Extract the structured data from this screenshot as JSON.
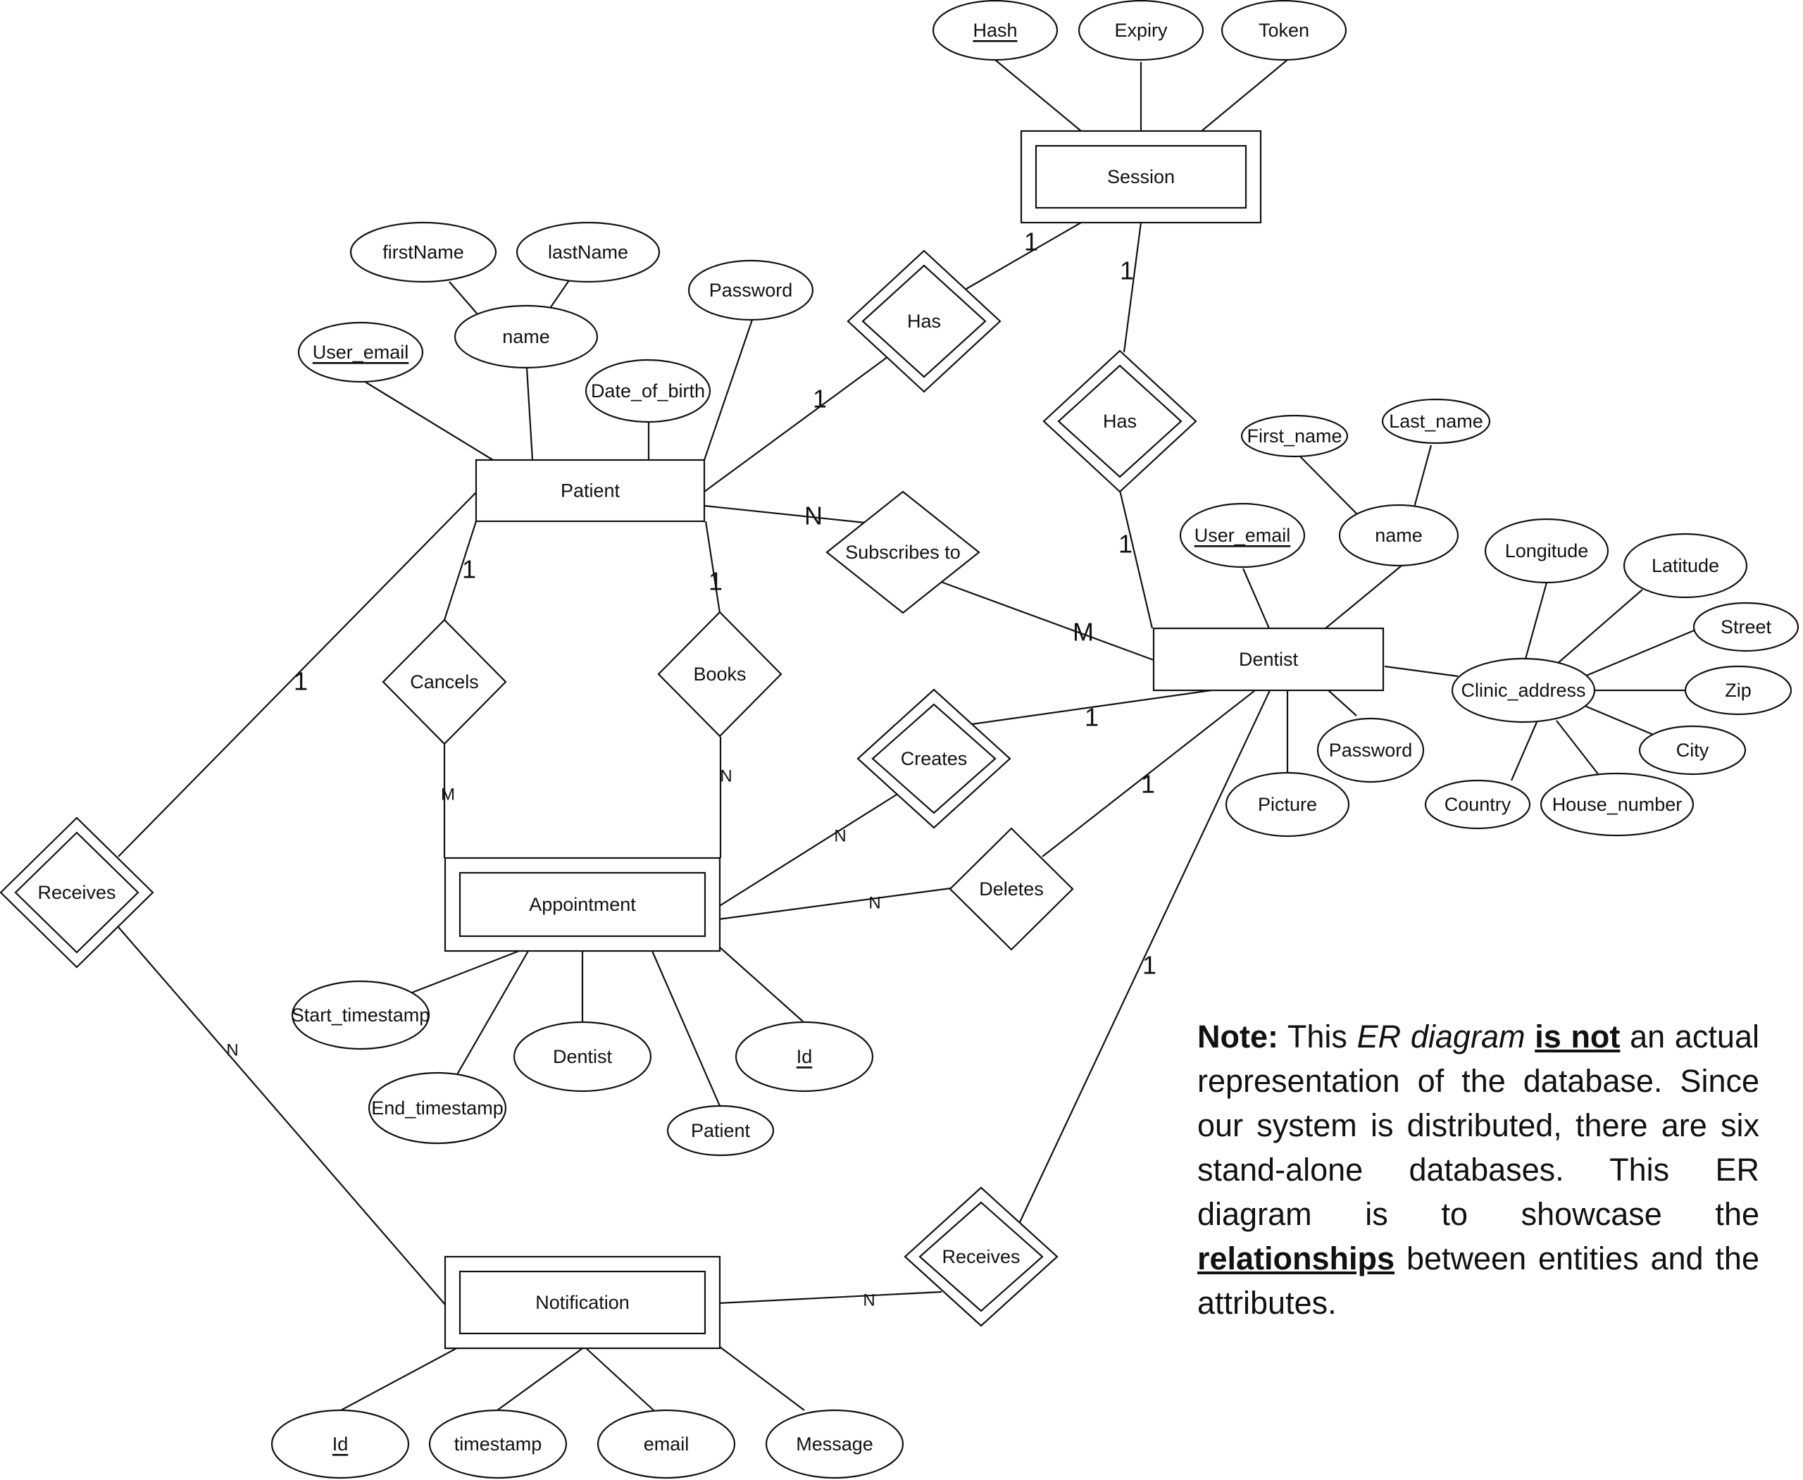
{
  "entities": [
    {
      "id": "session",
      "label": "Session",
      "weak": true
    },
    {
      "id": "patient",
      "label": "Patient",
      "weak": false
    },
    {
      "id": "dentist",
      "label": "Dentist",
      "weak": false
    },
    {
      "id": "appointment",
      "label": "Appointment",
      "weak": true
    },
    {
      "id": "notification",
      "label": "Notification",
      "weak": true
    }
  ],
  "relationships": [
    {
      "id": "has-patient-session",
      "label": "Has",
      "identifying": true
    },
    {
      "id": "has-dentist-session",
      "label": "Has",
      "identifying": true
    },
    {
      "id": "subscribes-to",
      "label": "Subscribes to",
      "identifying": false
    },
    {
      "id": "cancels",
      "label": "Cancels",
      "identifying": false
    },
    {
      "id": "books",
      "label": "Books",
      "identifying": false
    },
    {
      "id": "creates",
      "label": "Creates",
      "identifying": true
    },
    {
      "id": "deletes",
      "label": "Deletes",
      "identifying": false
    },
    {
      "id": "receives-patient",
      "label": "Receives",
      "identifying": true
    },
    {
      "id": "receives-dentist",
      "label": "Receives",
      "identifying": true
    }
  ],
  "attributes": [
    {
      "id": "session-hash",
      "label": "Hash",
      "key": true
    },
    {
      "id": "session-expiry",
      "label": "Expiry",
      "key": false
    },
    {
      "id": "session-token",
      "label": "Token",
      "key": false
    },
    {
      "id": "patient-firstname",
      "label": "firstName",
      "key": false
    },
    {
      "id": "patient-lastname",
      "label": "lastName",
      "key": false
    },
    {
      "id": "patient-name",
      "label": "name",
      "key": false
    },
    {
      "id": "patient-user-email",
      "label": "User_email",
      "key": true
    },
    {
      "id": "patient-password",
      "label": "Password",
      "key": false
    },
    {
      "id": "patient-date-of-birth",
      "label": "Date_of_birth",
      "key": false
    },
    {
      "id": "dentist-first-name",
      "label": "First_name",
      "key": false
    },
    {
      "id": "dentist-last-name",
      "label": "Last_name",
      "key": false
    },
    {
      "id": "dentist-user-email",
      "label": "User_email",
      "key": true
    },
    {
      "id": "dentist-name",
      "label": "name",
      "key": false
    },
    {
      "id": "dentist-password",
      "label": "Password",
      "key": false
    },
    {
      "id": "dentist-picture",
      "label": "Picture",
      "key": false
    },
    {
      "id": "clinic-address",
      "label": "Clinic_address",
      "key": false
    },
    {
      "id": "address-longitude",
      "label": "Longitude",
      "key": false
    },
    {
      "id": "address-latitude",
      "label": "Latitude",
      "key": false
    },
    {
      "id": "address-street",
      "label": "Street",
      "key": false
    },
    {
      "id": "address-zip",
      "label": "Zip",
      "key": false
    },
    {
      "id": "address-city",
      "label": "City",
      "key": false
    },
    {
      "id": "address-country",
      "label": "Country",
      "key": false
    },
    {
      "id": "address-house-number",
      "label": "House_number",
      "key": false
    },
    {
      "id": "appointment-start-timestamp",
      "label": "Start_timestamp",
      "key": false
    },
    {
      "id": "appointment-end-timestamp",
      "label": "End_timestamp",
      "key": false
    },
    {
      "id": "appointment-dentist",
      "label": "Dentist",
      "key": false
    },
    {
      "id": "appointment-patient",
      "label": "Patient",
      "key": false
    },
    {
      "id": "appointment-id",
      "label": "Id",
      "key": true
    },
    {
      "id": "notification-id",
      "label": "Id",
      "key": true
    },
    {
      "id": "notification-timestamp",
      "label": "timestamp",
      "key": false
    },
    {
      "id": "notification-email",
      "label": "email",
      "key": false
    },
    {
      "id": "notification-message",
      "label": "Message",
      "key": false
    }
  ],
  "cardinalities": [
    {
      "id": "session-has-patient",
      "label": "1"
    },
    {
      "id": "session-has-dentist",
      "label": "1"
    },
    {
      "id": "patient-has-session",
      "label": "1"
    },
    {
      "id": "dentist-has-session",
      "label": "1"
    },
    {
      "id": "patient-subscribes",
      "label": "N"
    },
    {
      "id": "dentist-subscribes",
      "label": "M"
    },
    {
      "id": "patient-cancels",
      "label": "1"
    },
    {
      "id": "patient-books",
      "label": "1"
    },
    {
      "id": "cancels-appointment",
      "label": "M"
    },
    {
      "id": "books-appointment",
      "label": "N"
    },
    {
      "id": "dentist-creates",
      "label": "1"
    },
    {
      "id": "dentist-deletes",
      "label": "1"
    },
    {
      "id": "creates-appointment",
      "label": "N"
    },
    {
      "id": "deletes-appointment",
      "label": "N"
    },
    {
      "id": "patient-receives",
      "label": "1"
    },
    {
      "id": "receives-notification-patient",
      "label": "N"
    },
    {
      "id": "dentist-receives",
      "label": "1"
    },
    {
      "id": "receives-notification-dentist",
      "label": "N"
    }
  ],
  "note": {
    "prefix": "Note:",
    "t1": " This ",
    "italic": "ER diagram",
    "t2": " ",
    "emphasis": "is not",
    "t3": " an actual representation of the database. Since our system is distributed, there are six stand-alone databases. This ER diagram is to showcase the ",
    "keyword": "relationships",
    "t4": " between entities and the attributes."
  }
}
